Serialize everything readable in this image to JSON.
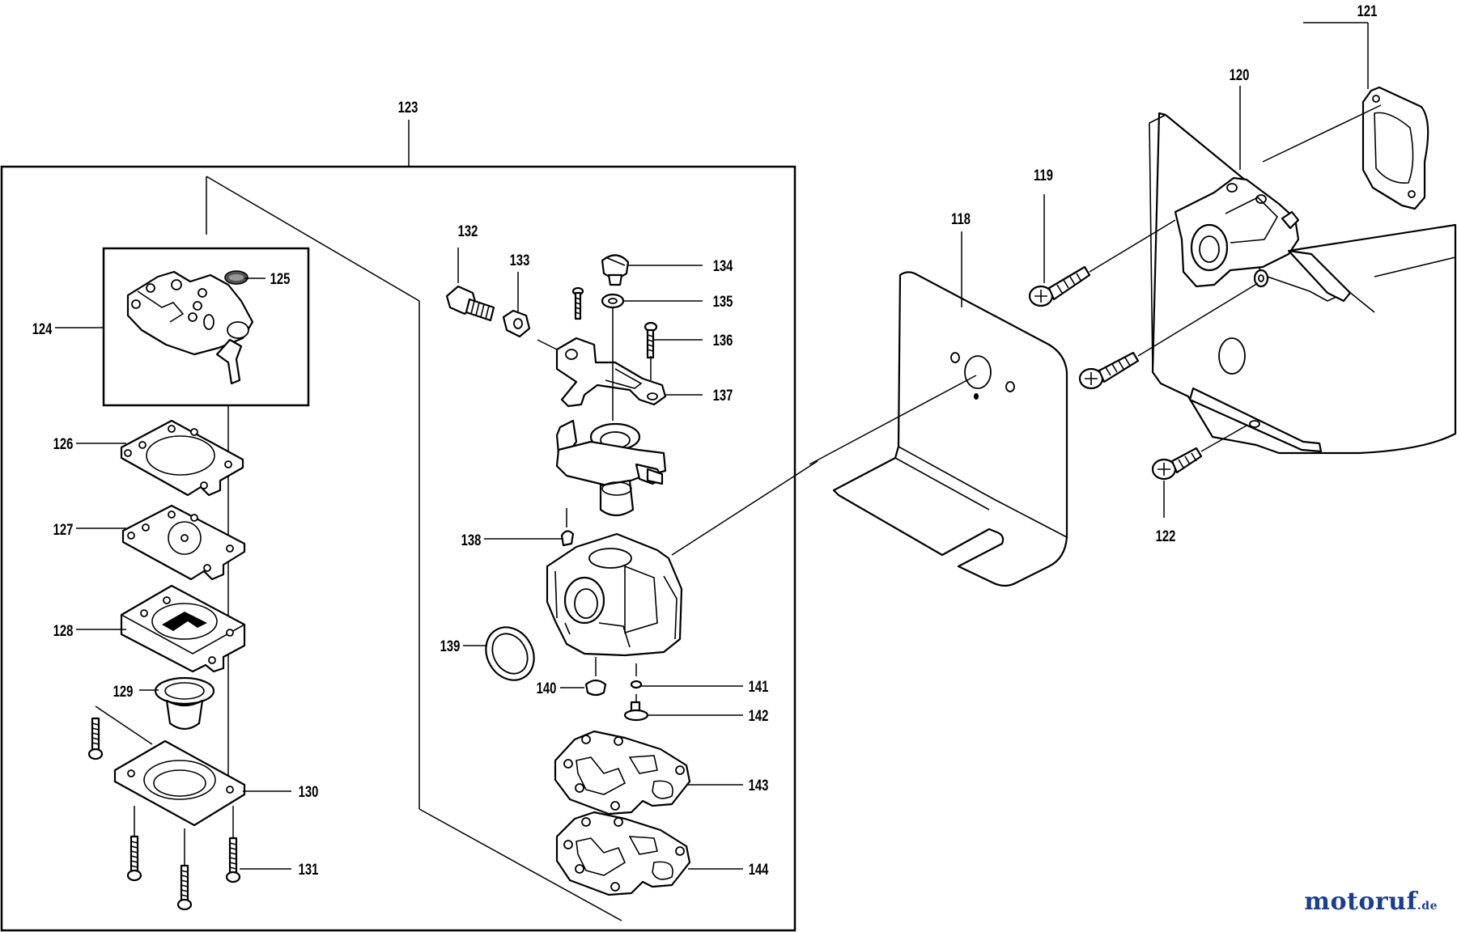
{
  "labels": {
    "p118": "118",
    "p119": "119",
    "p120": "120",
    "p121": "121",
    "p122": "122",
    "p123": "123",
    "p124": "124",
    "p125": "125",
    "p126": "126",
    "p127": "127",
    "p128": "128",
    "p129": "129",
    "p130": "130",
    "p131": "131",
    "p132": "132",
    "p133": "133",
    "p134": "134",
    "p135": "135",
    "p136": "136",
    "p137": "137",
    "p138": "138",
    "p139": "139",
    "p140": "140",
    "p141": "141",
    "p142": "142",
    "p143": "143",
    "p144": "144"
  },
  "watermark": {
    "brand": "motoruf",
    "tld": ".de"
  }
}
